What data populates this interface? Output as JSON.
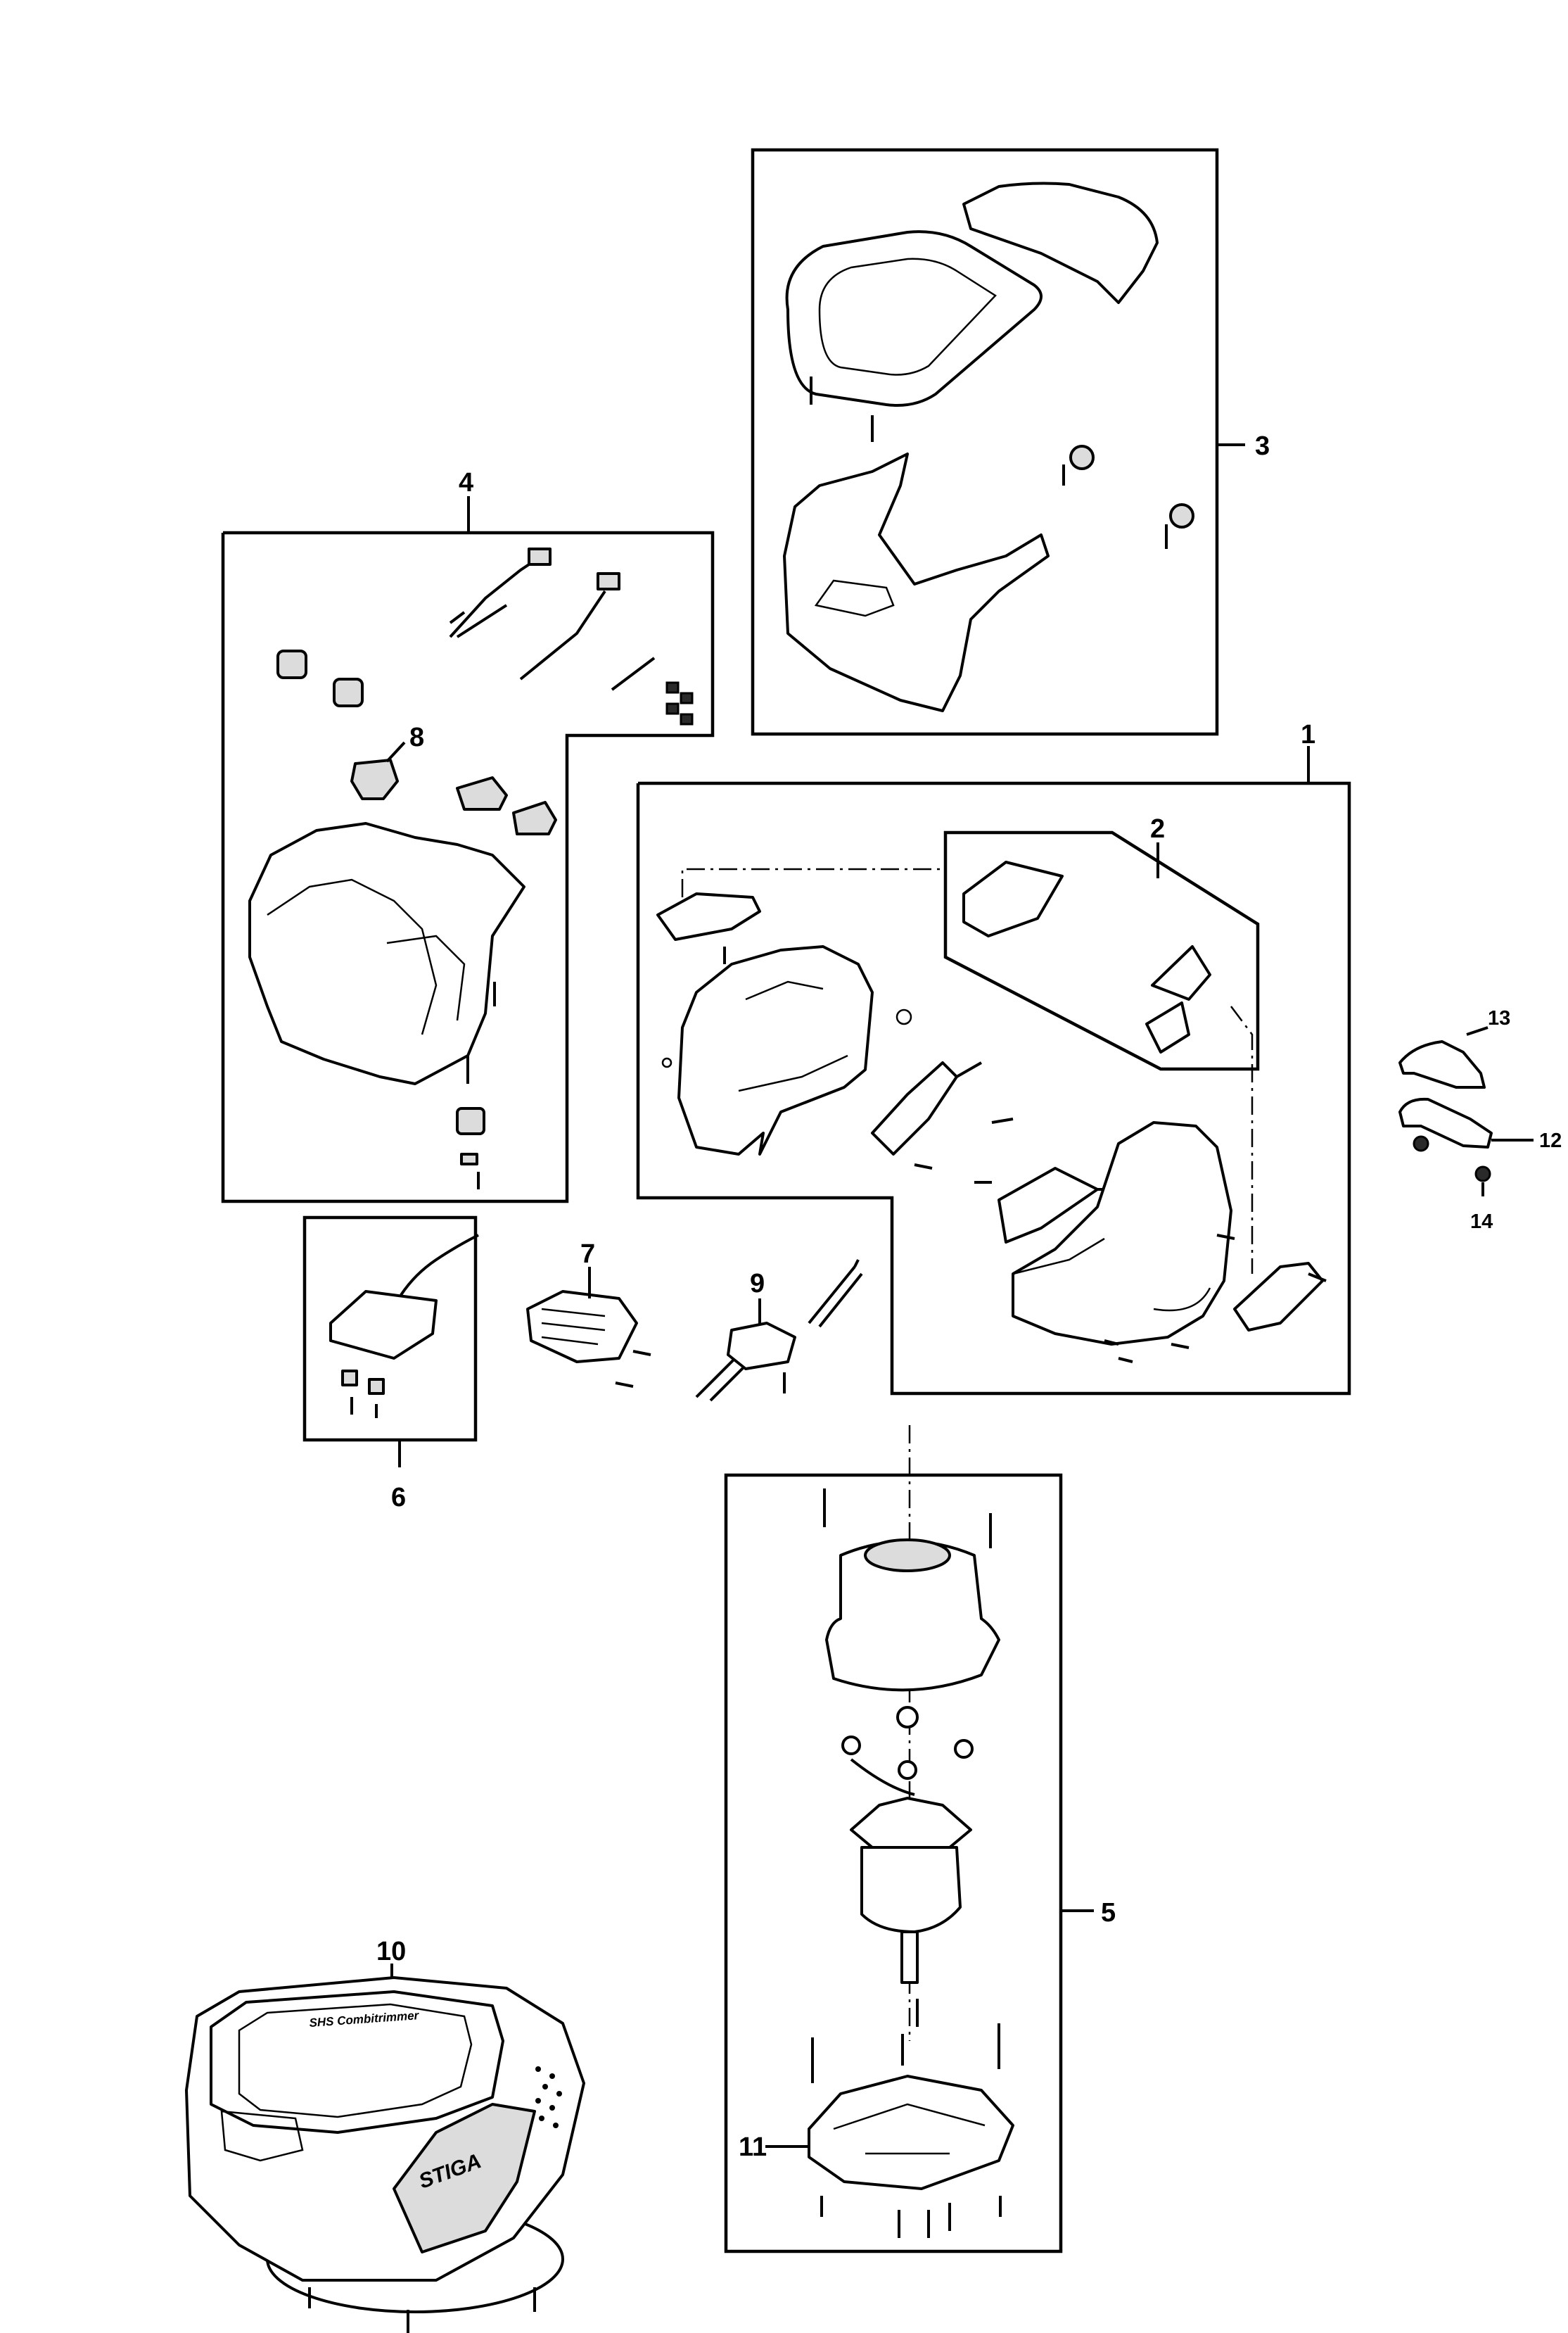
{
  "callouts": [
    {
      "id": "1",
      "label": "1"
    },
    {
      "id": "2",
      "label": "2"
    },
    {
      "id": "3",
      "label": "3"
    },
    {
      "id": "4",
      "label": "4"
    },
    {
      "id": "5",
      "label": "5"
    },
    {
      "id": "6",
      "label": "6"
    },
    {
      "id": "7",
      "label": "7"
    },
    {
      "id": "8",
      "label": "8"
    },
    {
      "id": "9",
      "label": "9"
    },
    {
      "id": "10",
      "label": "10"
    },
    {
      "id": "11",
      "label": "11"
    },
    {
      "id": "12",
      "label": "12"
    },
    {
      "id": "13",
      "label": "13"
    },
    {
      "id": "14",
      "label": "14"
    }
  ],
  "product_logo": "STIGA",
  "product_top_text": "SHS Combitrimmer"
}
